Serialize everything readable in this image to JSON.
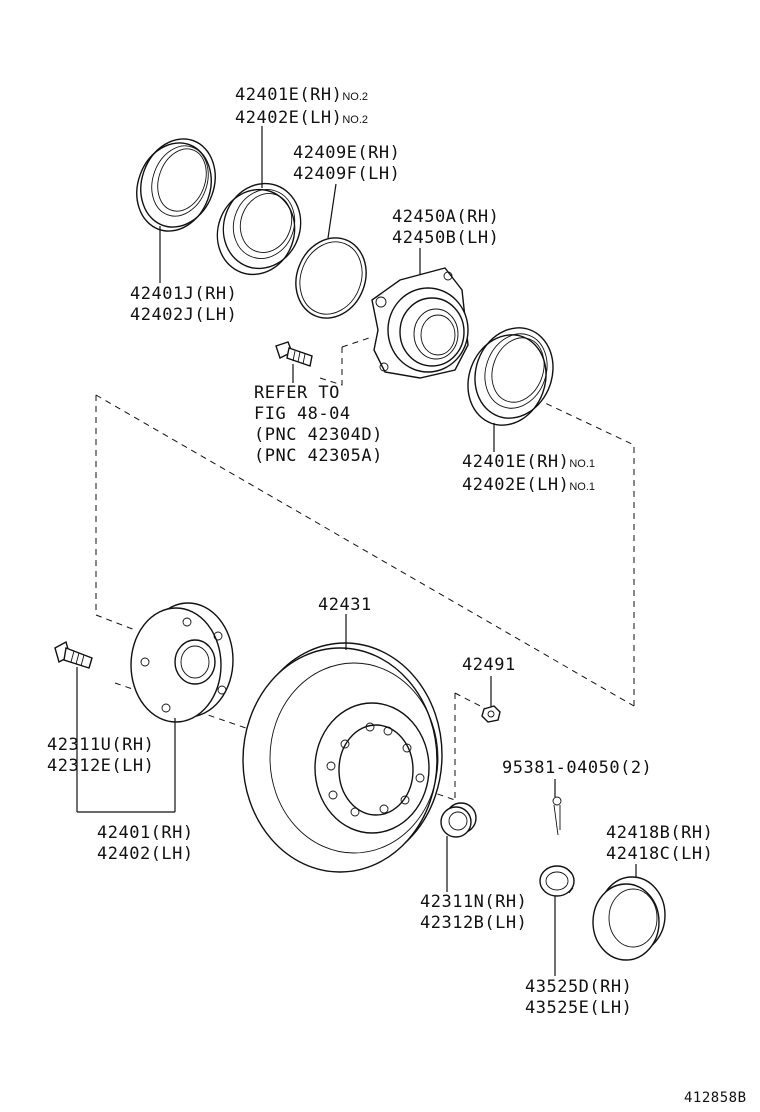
{
  "labels": {
    "seal_outer": {
      "line1": "42401E(RH)",
      "line1_note": "NO.2",
      "line2": "42402E(LH)",
      "line2_note": "NO.2"
    },
    "o_ring": {
      "line1": "42409E(RH)",
      "line2": "42409F(LH)"
    },
    "bearing_housing": {
      "line1": "42450A(RH)",
      "line2": "42450B(LH)"
    },
    "seal_left": {
      "line1": "42401J(RH)",
      "line2": "42402J(LH)"
    },
    "refer": {
      "line1": "REFER TO",
      "line2": "FIG 48-04",
      "line3": "(PNC 42304D)",
      "line4": "(PNC 42305A)"
    },
    "seal_inner": {
      "line1": "42401E(RH)",
      "line1_note": "NO.1",
      "line2": "42402E(LH)",
      "line2_note": "NO.1"
    },
    "disc": {
      "line1": "42431"
    },
    "nut_small": {
      "line1": "42491"
    },
    "hub_bolt": {
      "line1": "42311U(RH)",
      "line2": "42312E(LH)"
    },
    "cotter_pin": {
      "line1": "95381-04050(2)"
    },
    "hub_assy": {
      "line1": "42401(RH)",
      "line2": "42402(LH)"
    },
    "grease_cap": {
      "line1": "42418B(RH)",
      "line2": "42418C(LH)"
    },
    "spacer": {
      "line1": "42311N(RH)",
      "line2": "42312B(LH)"
    },
    "lock_nut": {
      "line1": "43525D(RH)",
      "line2": "43525E(LH)"
    },
    "diagram_id": "412858B"
  }
}
